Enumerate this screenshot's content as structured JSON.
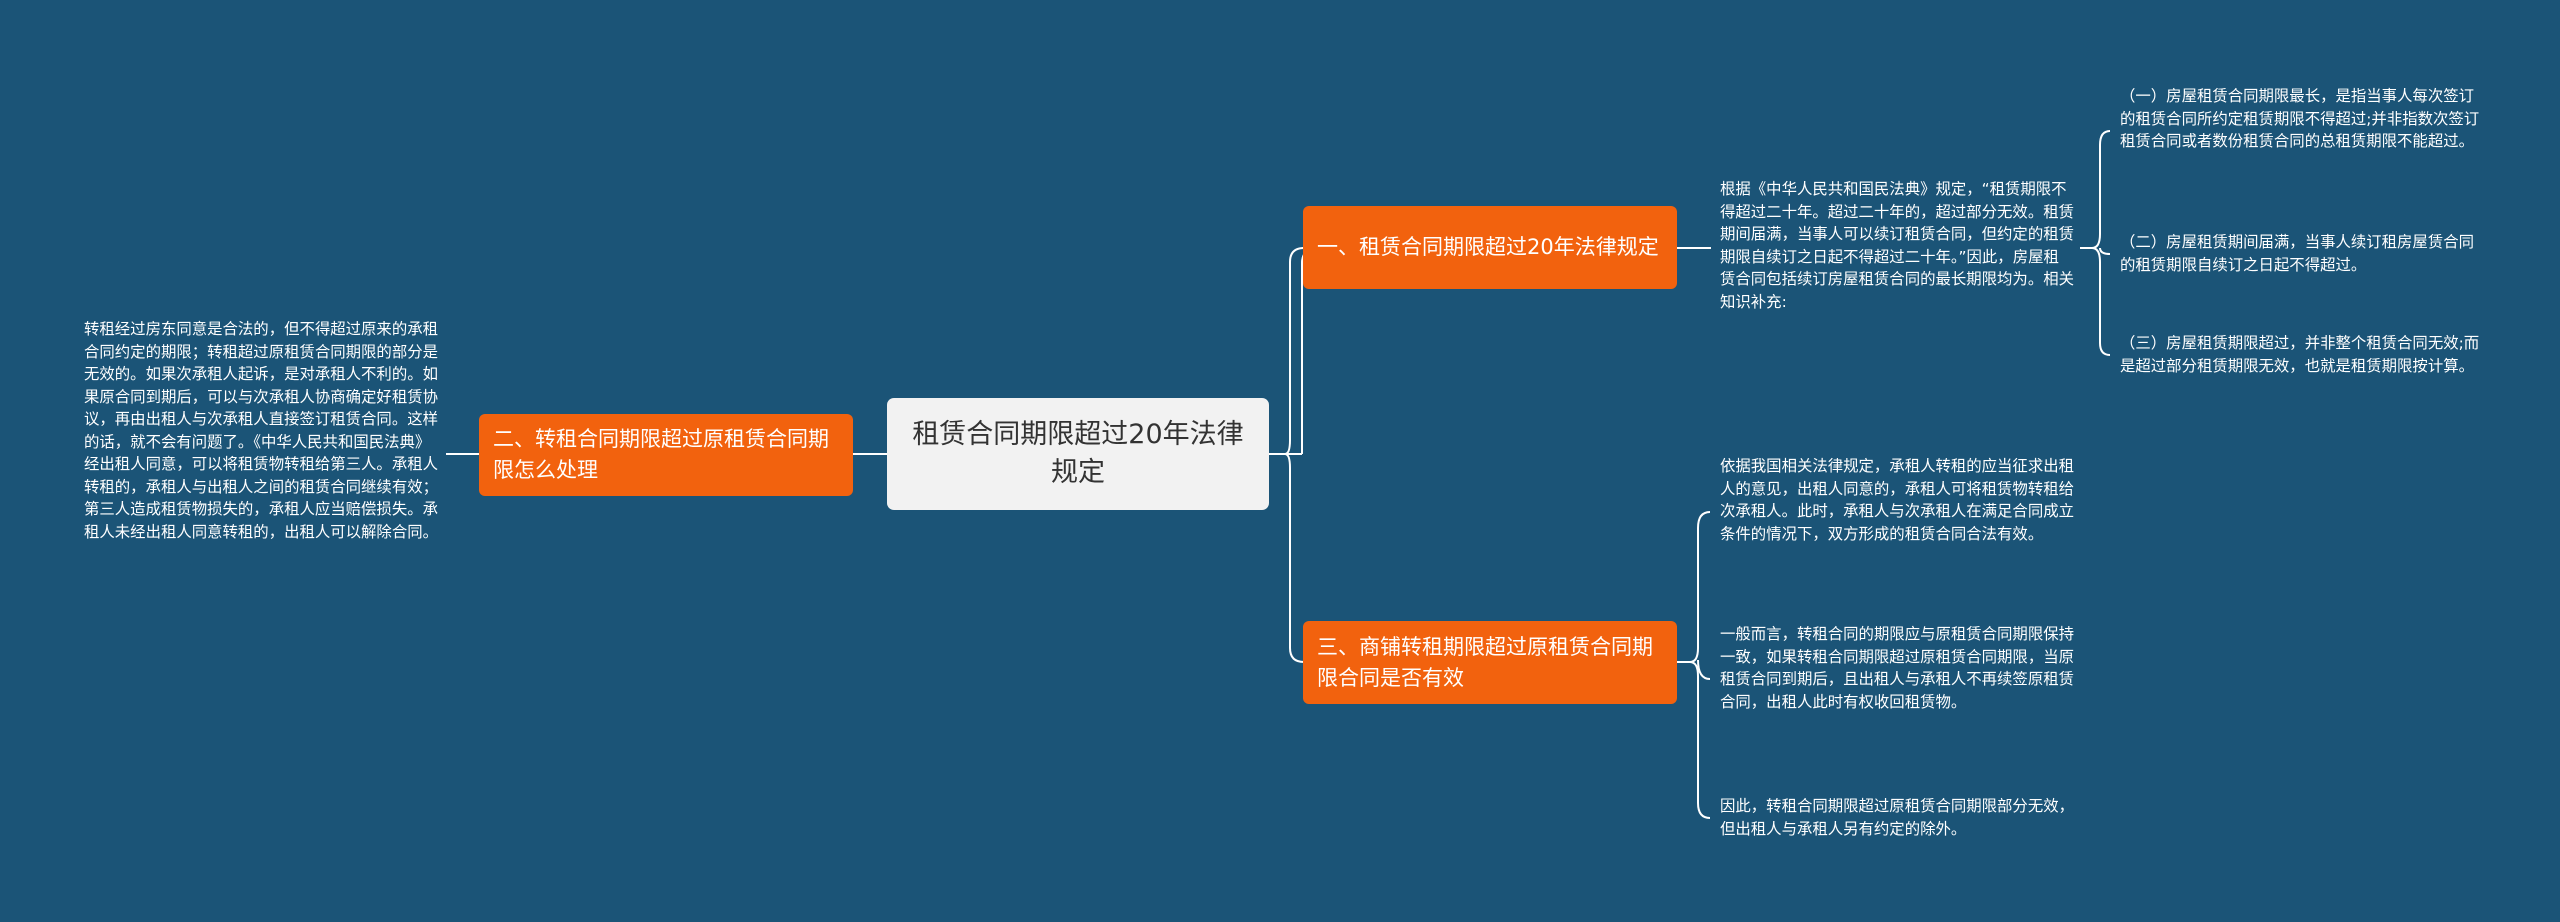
{
  "root": {
    "title": "租赁合同期限超过20年法律规定"
  },
  "branches": {
    "b1": {
      "label": "一、租赁合同期限超过20年法律规定",
      "summary": "根据《中华人民共和国民法典》规定，“租赁期限不得超过二十年。超过二十年的，超过部分无效。租赁期间届满，当事人可以续订租赁合同，但约定的租赁期限自续订之日起不得超过二十年。”因此，房屋租赁合同包括续订房屋租赁合同的最长期限均为。相关知识补充:",
      "details": [
        "（一）房屋租赁合同期限最长，是指当事人每次签订的租赁合同所约定租赁期限不得超过;并非指数次签订租赁合同或者数份租赁合同的总租赁期限不能超过。",
        "（二）房屋租赁期间届满，当事人续订租房屋赁合同的租赁期限自续订之日起不得超过。",
        "（三）房屋租赁期限超过，并非整个租赁合同无效;而是超过部分租赁期限无效，也就是租赁期限按计算。"
      ]
    },
    "b2": {
      "label": "二、转租合同期限超过原租赁合同期限怎么处理",
      "details": [
        "转租经过房东同意是合法的，但不得超过原来的承租合同约定的期限；转租超过原租赁合同期限的部分是无效的。如果次承租人起诉，是对承租人不利的。如果原合同到期后，可以与次承租人协商确定好租赁协议，再由出租人与次承租人直接签订租赁合同。这样的话，就不会有问题了。《中华人民共和国民法典》经出租人同意，可以将租赁物转租给第三人。承租人转租的，承租人与出租人之间的租赁合同继续有效；第三人造成租赁物损失的，承租人应当赔偿损失。承租人未经出租人同意转租的，出租人可以解除合同。"
      ]
    },
    "b3": {
      "label": "三、商铺转租期限超过原租赁合同期限合同是否有效",
      "details": [
        "依据我国相关法律规定，承租人转租的应当征求出租人的意见，出租人同意的，承租人可将租赁物转租给次承租人。此时，承租人与次承租人在满足合同成立条件的情况下，双方形成的租赁合同合法有效。",
        "一般而言，转租合同的期限应与原租赁合同期限保持一致，如果转租合同期限超过原租赁合同期限，当原租赁合同到期后，且出租人与承租人不再续签原租赁合同，出租人此时有权收回租赁物。",
        "因此，转租合同期限超过原租赁合同期限部分无效，但出租人与承租人另有约定的除外。"
      ]
    }
  },
  "colors": {
    "background": "#1b5477",
    "branch": "#f2620e",
    "root": "#f2f2f2",
    "connector": "#ffffff"
  }
}
